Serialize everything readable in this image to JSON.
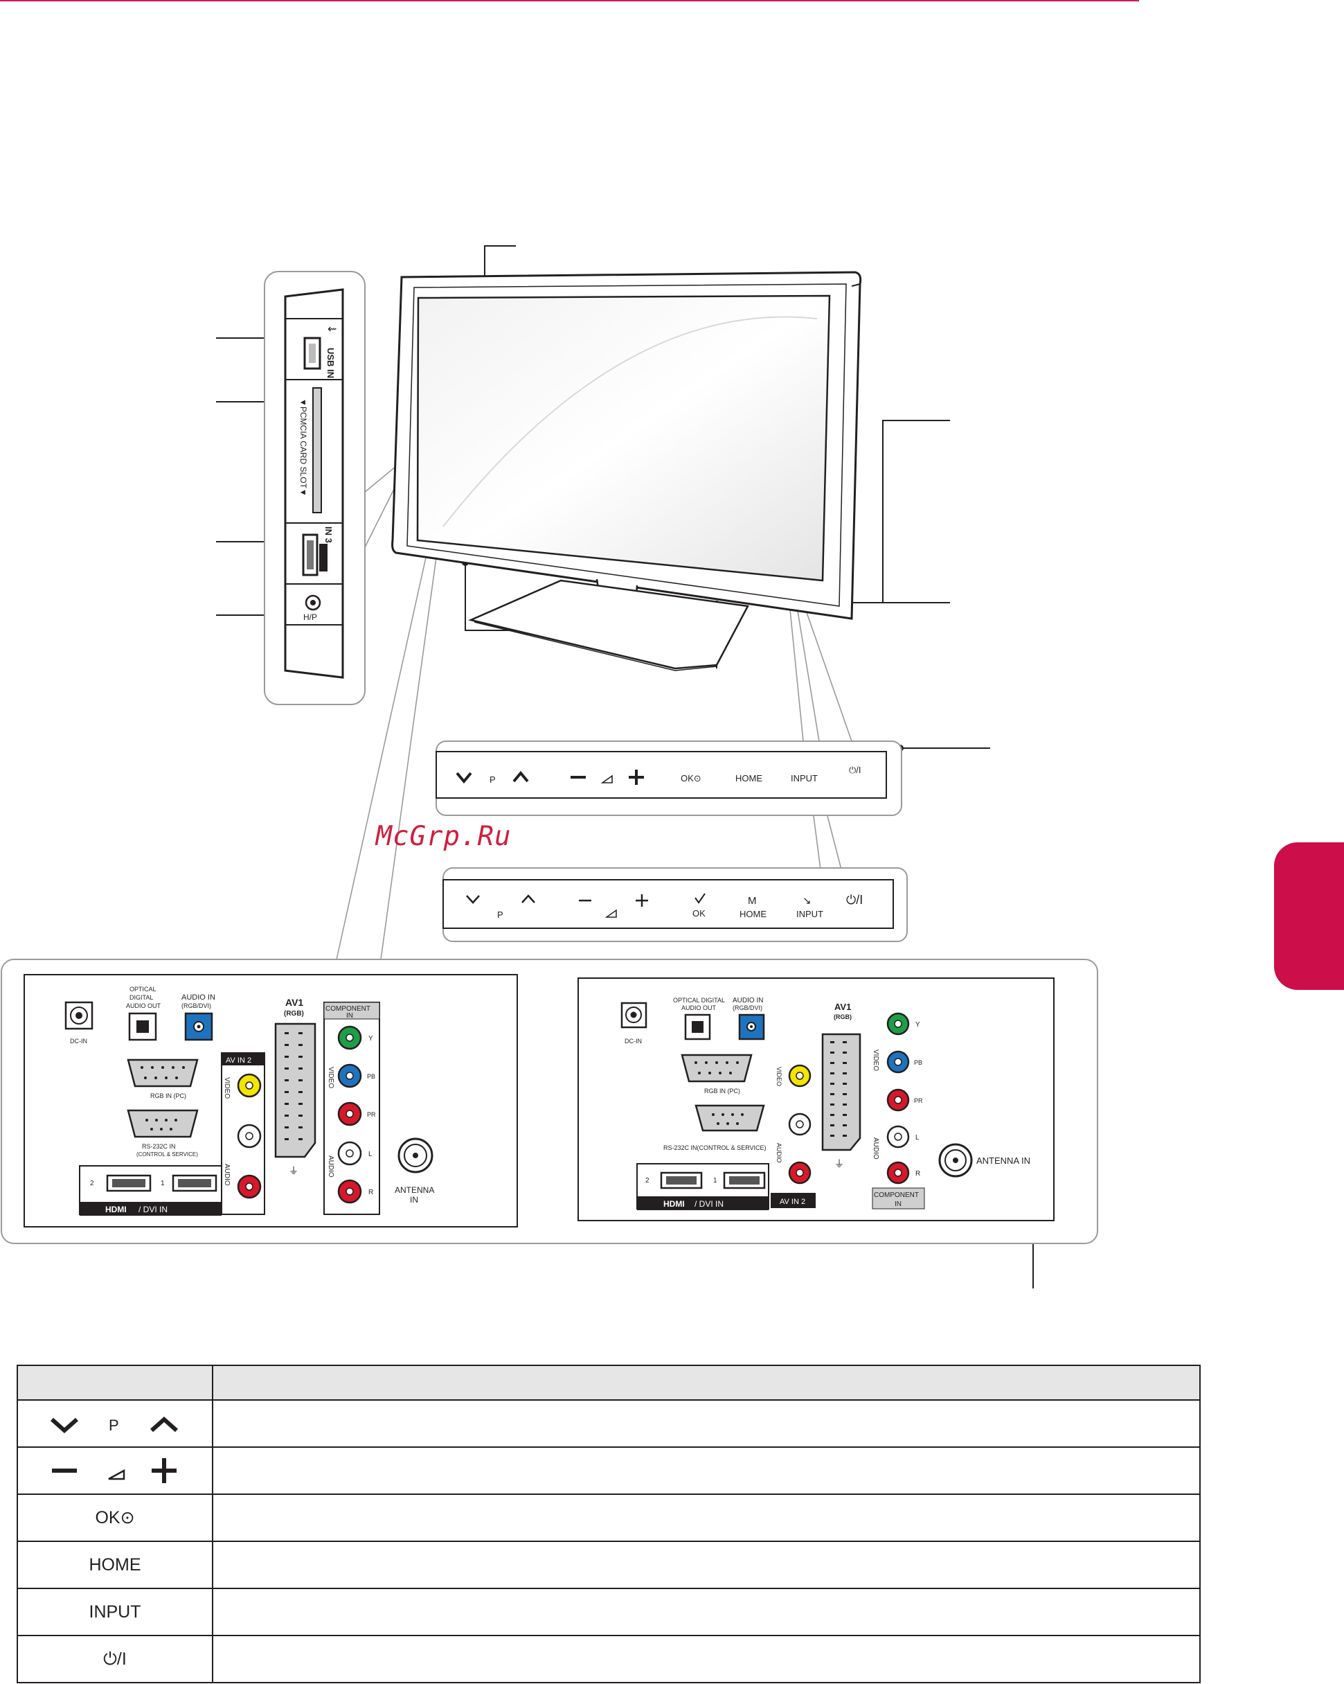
{
  "diagram": {
    "side_panel": {
      "usb_label": "USB IN",
      "pcmcia_label": "▼PCMCIA CARD SLOT▼",
      "hdmi_label": "IN 3",
      "headphone_label": "H/P"
    },
    "front_panel_a": {
      "p_label": "P",
      "ok_label": "OK⊙",
      "home_label": "HOME",
      "input_label": "INPUT",
      "power_label": "⏻/I"
    },
    "front_panel_b": {
      "p_label": "P",
      "ok_label": "OK",
      "home_label": "HOME",
      "input_label": "INPUT",
      "power_label": "⏻/I"
    },
    "rear_panel_a": {
      "dc_in": "DC-IN",
      "optical_line1": "OPTICAL",
      "optical_line2": "DIGITAL",
      "optical_line3": "AUDIO OUT",
      "audio_in_line1": "AUDIO IN",
      "audio_in_line2": "(RGB/DVI)",
      "rgb_in": "RGB IN (PC)",
      "rs232_line1": "RS-232C IN",
      "rs232_line2": "(CONTROL & SERVICE)",
      "hdmi_dvi": "/ DVI IN",
      "hdmi_logo": "HDMI",
      "hdmi_2": "2",
      "hdmi_1": "1",
      "av_in_2": "AV IN 2",
      "video": "VIDEO",
      "audio": "AUDIO",
      "av1_line1": "AV1",
      "av1_line2": "(RGB)",
      "component_line1": "COMPONENT",
      "component_line2": "IN",
      "y": "Y",
      "pb": "PB",
      "pr": "PR",
      "l": "L",
      "r": "R",
      "antenna_line1": "ANTENNA",
      "antenna_line2": "IN"
    },
    "rear_panel_b": {
      "dc_in": "DC-IN",
      "optical_line1": "OPTICAL DIGITAL",
      "optical_line2": "AUDIO OUT",
      "audio_in_line1": "AUDIO IN",
      "audio_in_line2": "(RGB/DVI)",
      "rgb_in": "RGB IN (PC)",
      "rs232": "RS-232C IN(CONTROL & SERVICE)",
      "hdmi_dvi": "/ DVI IN",
      "hdmi_logo": "HDMI",
      "hdmi_2": "2",
      "hdmi_1": "1",
      "av_in_2": "AV IN 2",
      "video": "VIDEO",
      "audio": "AUDIO",
      "av1_line1": "AV1",
      "av1_line2": "(RGB)",
      "component_line1": "COMPONENT",
      "component_line2": "IN",
      "y": "Y",
      "pb": "PB",
      "pr": "PR",
      "l": "L",
      "r": "R",
      "antenna": "ANTENNA IN"
    }
  },
  "watermark": "McGrp.Ru",
  "table": {
    "rows": [
      {
        "button": "P",
        "glyph": "program"
      },
      {
        "button": "",
        "glyph": "volume"
      },
      {
        "button": "OK⊙",
        "glyph": "text"
      },
      {
        "button": "HOME",
        "glyph": "text"
      },
      {
        "button": "INPUT",
        "glyph": "text"
      },
      {
        "button": "⏻/I",
        "glyph": "text"
      }
    ]
  },
  "colors": {
    "accent": "#cc0e4a",
    "watermark": "#d01f3c",
    "green": "#1e9e48",
    "blue": "#1e73be",
    "red": "#d7182a",
    "yellow": "#f2e500"
  }
}
